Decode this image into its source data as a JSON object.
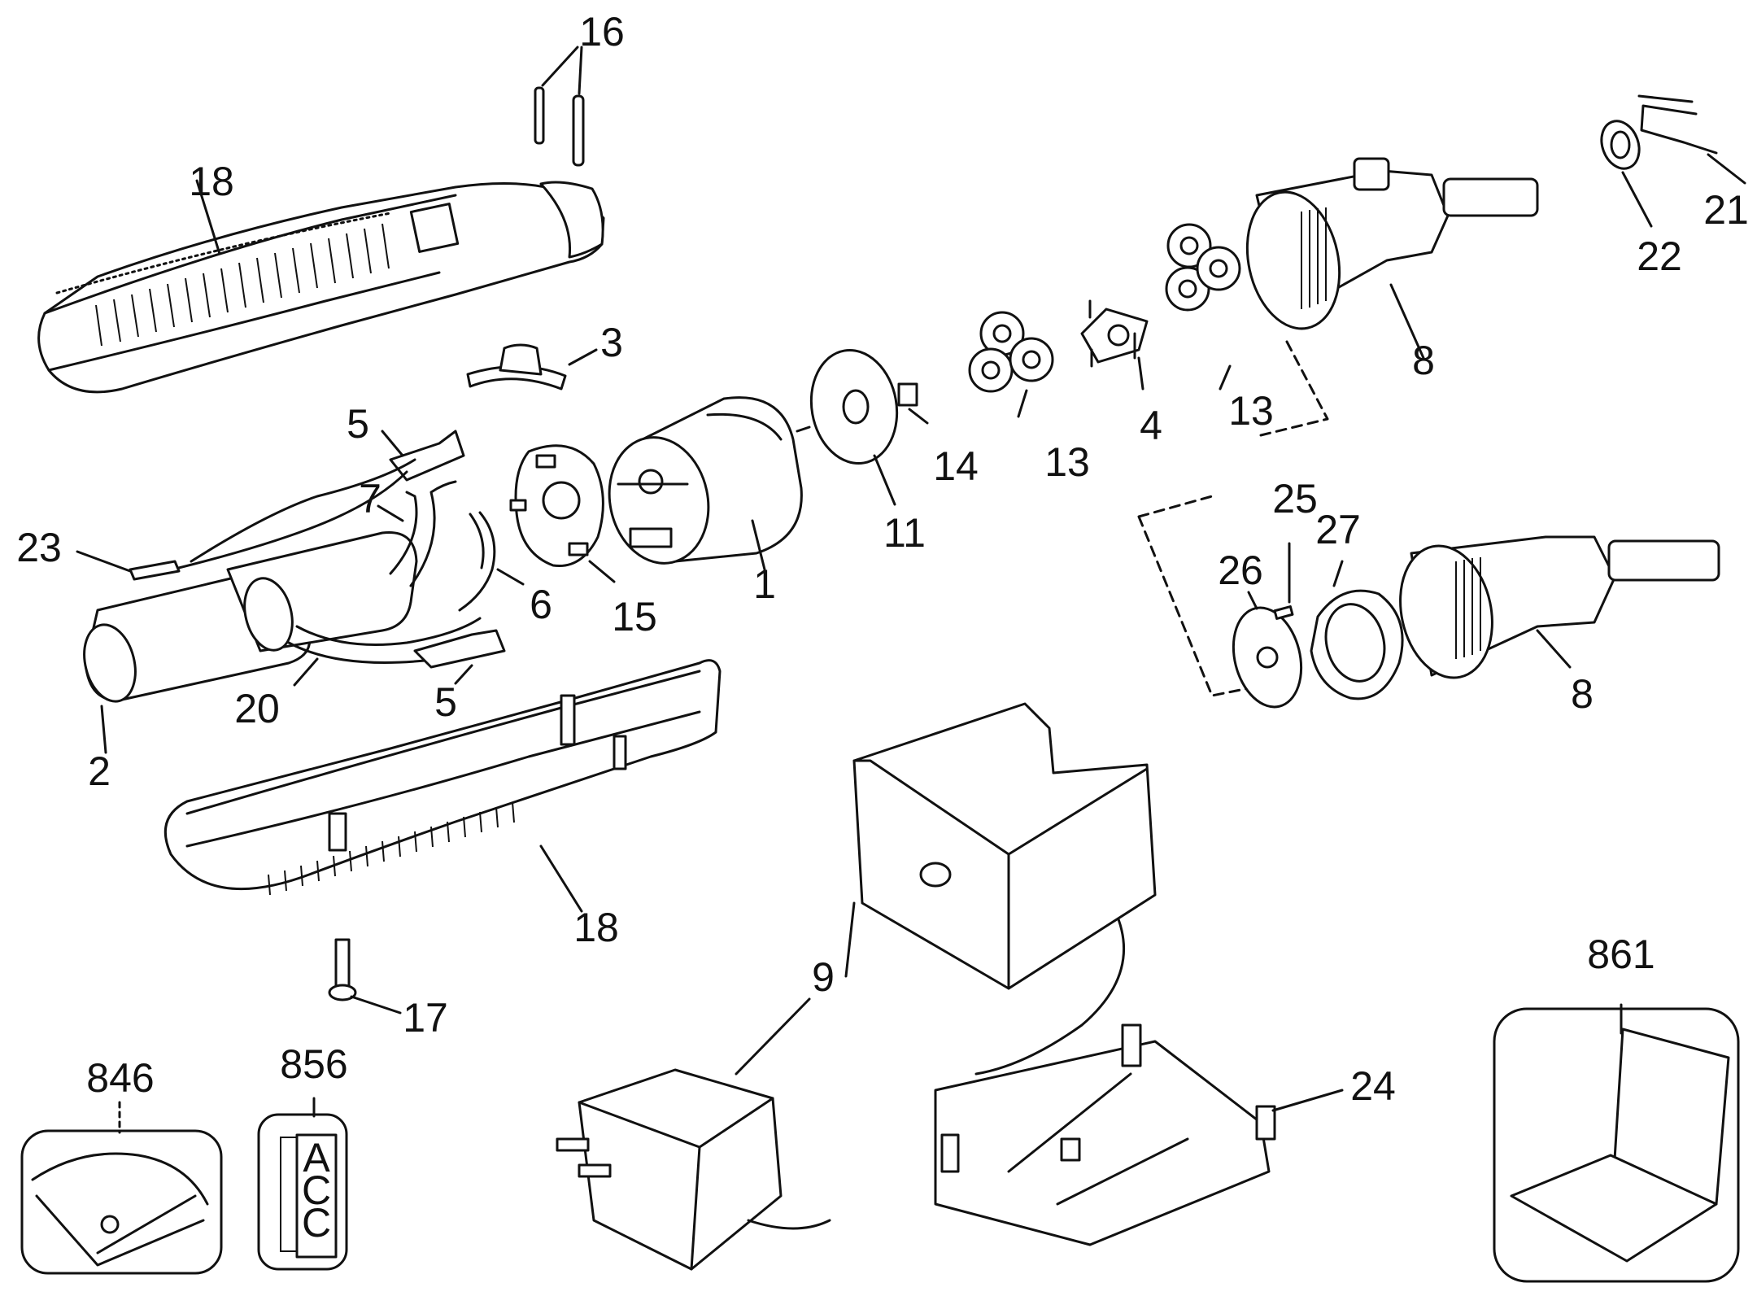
{
  "diagram": {
    "callouts": {
      "c16": "16",
      "c18_top": "18",
      "c3": "3",
      "c5_top": "5",
      "c7": "7",
      "c23": "23",
      "c6": "6",
      "c15": "15",
      "c1": "1",
      "c11": "11",
      "c14": "14",
      "c13_left": "13",
      "c4": "4",
      "c13_right": "13",
      "c8_top": "8",
      "c22": "22",
      "c21": "21",
      "c25": "25",
      "c27": "27",
      "c26": "26",
      "c8_bottom": "8",
      "c20": "20",
      "c5_bottom": "5",
      "c2": "2",
      "c18_bottom": "18",
      "c17": "17",
      "c9": "9",
      "c24": "24",
      "c861": "861",
      "c846": "846",
      "c856": "856"
    },
    "label_card_text": [
      "A",
      "C",
      "C"
    ]
  }
}
